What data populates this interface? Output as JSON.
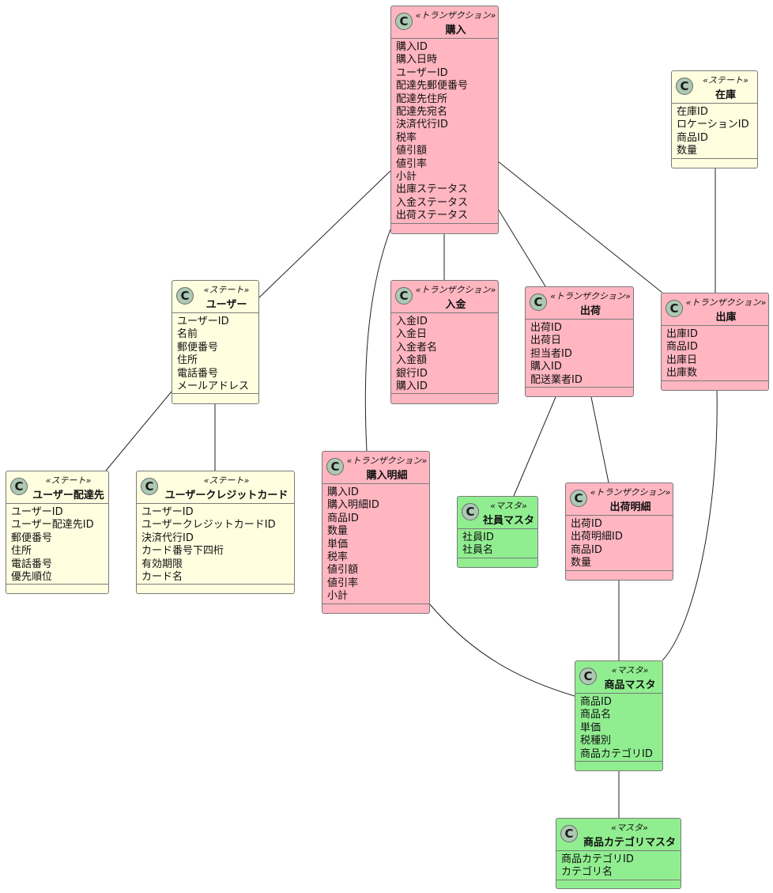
{
  "classes": {
    "purchase": {
      "kind": "transaction",
      "stereotype": "«トランザクション»",
      "name": "購入",
      "attributes": [
        "購入ID",
        "購入日時",
        "ユーザーID",
        "配達先郵便番号",
        "配達先住所",
        "配達先宛名",
        "決済代行ID",
        "税率",
        "値引額",
        "値引率",
        "小計",
        "出庫ステータス",
        "入金ステータス",
        "出荷ステータス"
      ]
    },
    "inventory": {
      "kind": "state",
      "stereotype": "«ステート»",
      "name": "在庫",
      "attributes": [
        "在庫ID",
        "ロケーションID",
        "商品ID",
        "数量"
      ]
    },
    "user": {
      "kind": "state",
      "stereotype": "«ステート»",
      "name": "ユーザー",
      "attributes": [
        "ユーザーID",
        "名前",
        "郵便番号",
        "住所",
        "電話番号",
        "メールアドレス"
      ]
    },
    "payment": {
      "kind": "transaction",
      "stereotype": "«トランザクション»",
      "name": "入金",
      "attributes": [
        "入金ID",
        "入金日",
        "入金者名",
        "入金額",
        "銀行ID",
        "購入ID"
      ]
    },
    "shipment": {
      "kind": "transaction",
      "stereotype": "«トランザクション»",
      "name": "出荷",
      "attributes": [
        "出荷ID",
        "出荷日",
        "担当者ID",
        "購入ID",
        "配送業者ID"
      ]
    },
    "stock_out": {
      "kind": "transaction",
      "stereotype": "«トランザクション»",
      "name": "出庫",
      "attributes": [
        "出庫ID",
        "商品ID",
        "出庫日",
        "出庫数"
      ]
    },
    "user_delivery": {
      "kind": "state",
      "stereotype": "«ステート»",
      "name": "ユーザー配達先",
      "attributes": [
        "ユーザーID",
        "ユーザー配達先ID",
        "郵便番号",
        "住所",
        "電話番号",
        "優先順位"
      ]
    },
    "user_card": {
      "kind": "state",
      "stereotype": "«ステート»",
      "name": "ユーザークレジットカード",
      "attributes": [
        "ユーザーID",
        "ユーザークレジットカードID",
        "決済代行ID",
        "カード番号下四桁",
        "有効期限",
        "カード名"
      ]
    },
    "purchase_detail": {
      "kind": "transaction",
      "stereotype": "«トランザクション»",
      "name": "購入明細",
      "attributes": [
        "購入ID",
        "購入明細ID",
        "商品ID",
        "数量",
        "単価",
        "税率",
        "値引額",
        "値引率",
        "小計"
      ]
    },
    "employee": {
      "kind": "master",
      "stereotype": "«マスタ»",
      "name": "社員マスタ",
      "attributes": [
        "社員ID",
        "社員名"
      ]
    },
    "shipment_detail": {
      "kind": "transaction",
      "stereotype": "«トランザクション»",
      "name": "出荷明細",
      "attributes": [
        "出荷ID",
        "出荷明細ID",
        "商品ID",
        "数量"
      ]
    },
    "product": {
      "kind": "master",
      "stereotype": "«マスタ»",
      "name": "商品マスタ",
      "attributes": [
        "商品ID",
        "商品名",
        "単価",
        "税種別",
        "商品カテゴリID"
      ]
    },
    "category": {
      "kind": "master",
      "stereotype": "«マスタ»",
      "name": "商品カテゴリマスタ",
      "attributes": [
        "商品カテゴリID",
        "カテゴリ名"
      ]
    }
  },
  "icon_letter": "C",
  "colors": {
    "transaction": "#ffb6c1",
    "state": "#ffffe0",
    "master": "#90ee90",
    "border": "#7a7a7a",
    "edge": "#222222"
  },
  "edges": [
    [
      "purchase",
      "user"
    ],
    [
      "purchase",
      "payment"
    ],
    [
      "purchase",
      "shipment"
    ],
    [
      "purchase",
      "stock_out"
    ],
    [
      "purchase",
      "purchase_detail"
    ],
    [
      "inventory",
      "stock_out"
    ],
    [
      "user",
      "user_delivery"
    ],
    [
      "user",
      "user_card"
    ],
    [
      "shipment",
      "employee"
    ],
    [
      "shipment",
      "shipment_detail"
    ],
    [
      "purchase_detail",
      "product"
    ],
    [
      "shipment_detail",
      "product"
    ],
    [
      "stock_out",
      "product"
    ],
    [
      "product",
      "category"
    ]
  ]
}
